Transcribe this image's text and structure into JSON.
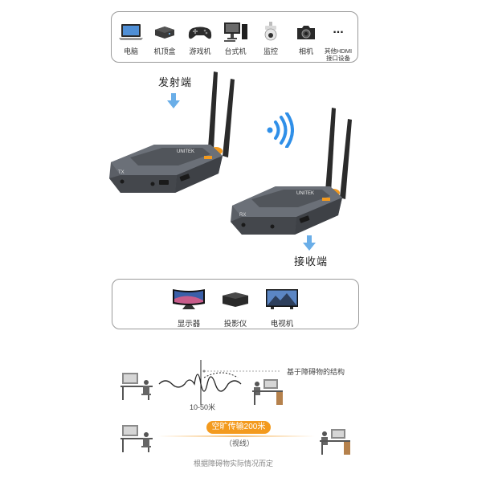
{
  "transmitter": {
    "sources": [
      {
        "label": "电脑",
        "icon": "laptop-icon"
      },
      {
        "label": "机顶盒",
        "icon": "set-top-box-icon"
      },
      {
        "label": "游戏机",
        "icon": "gamepad-icon"
      },
      {
        "label": "台式机",
        "icon": "desktop-computer-icon"
      },
      {
        "label": "监控",
        "icon": "security-camera-icon"
      },
      {
        "label": "相机",
        "icon": "camera-icon"
      },
      {
        "label": "其他HDMI\n接口设备",
        "icon": "more-devices-icon",
        "symbol": "..."
      }
    ],
    "section_label": "发射端",
    "device_tag": "TX"
  },
  "receiver": {
    "section_label": "接收端",
    "device_tag": "RX",
    "displays": [
      {
        "label": "显示器",
        "icon": "monitor-icon"
      },
      {
        "label": "投影仪",
        "icon": "projector-icon"
      },
      {
        "label": "电视机",
        "icon": "tv-icon"
      }
    ]
  },
  "brand": "UNITEK",
  "range": {
    "obstacle_note": "基于障碍物的结构",
    "obstacle_distance": "10-50米",
    "open_distance": "空旷传输200米",
    "line_of_sight": "（视线）",
    "footnote": "根据障碍物实际情况而定"
  },
  "colors": {
    "accent_orange": "#f39a1e",
    "arrow_blue": "#6aaee8",
    "wifi_blue": "#2f8fe8",
    "device_gray": "#5b5f66"
  }
}
